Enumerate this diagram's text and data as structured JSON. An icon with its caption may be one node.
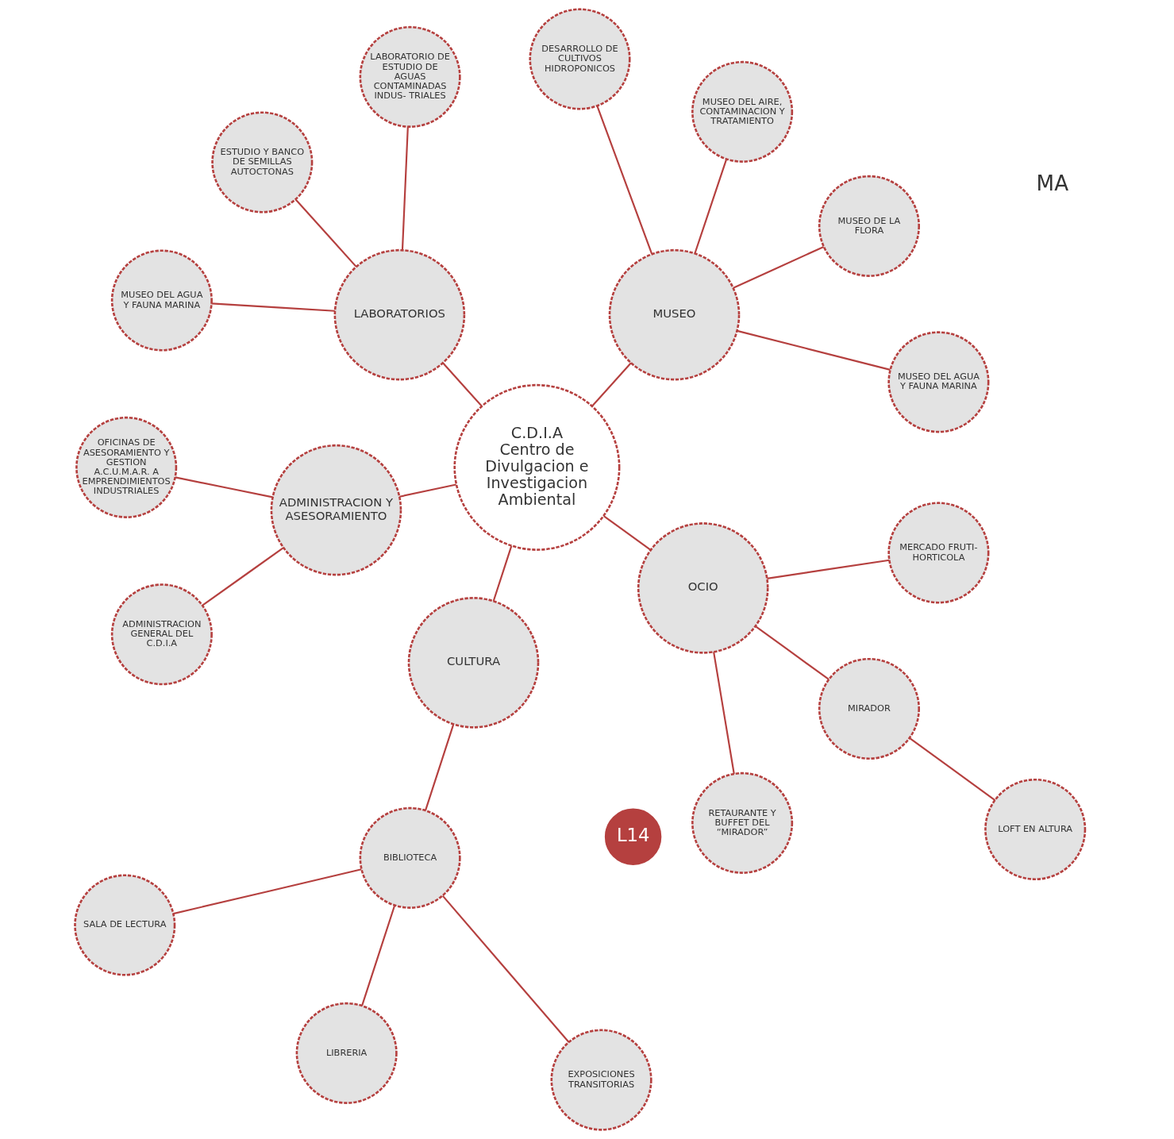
{
  "diagram": {
    "nodes": [
      {
        "text": [
          "C.D.I.A",
          "Centro de Divulgacion e Investigacion Ambiental"
        ]
      },
      {
        "text": [
          "MUSEO"
        ]
      },
      {
        "text": [
          "MUSEO DEL AGUA Y FAUNA MARINA"
        ]
      },
      {
        "text": [
          "MUSEO DE LA FLORA"
        ]
      },
      {
        "text": [
          "MUSEO DEL AIRE, CONTAMINACION Y TRATAMIENTO"
        ]
      },
      {
        "text": [
          "DESARROLLO DE CULTIVOS HIDROPONICOS"
        ]
      },
      {
        "text": [
          "LABORATORIOS"
        ]
      },
      {
        "text": [
          "LABORATORIO DE ESTUDIO DE AGUAS CONTAMINADAS INDUS- TRIALES"
        ]
      },
      {
        "text": [
          "ESTUDIO Y BANCO DE SEMILLAS AUTOCTONAS"
        ]
      },
      {
        "text": [
          "MUSEO DEL AGUA Y FAUNA MARINA"
        ]
      },
      {
        "text": [
          "ADMINISTRACION Y ASESORAMIENTO"
        ]
      },
      {
        "text": [
          "OFICINAS DE ASESORAMIENTO Y GESTION A.C.U.M.A.R. A EMPRENDIMIENTOS INDUSTRIALES"
        ]
      },
      {
        "text": [
          "ADMINISTRACION GENERAL DEL C.D.I.A"
        ]
      },
      {
        "text": [
          "CULTURA"
        ]
      },
      {
        "text": [
          "BIBLIOTECA"
        ]
      },
      {
        "text": [
          "SALA DE LECTURA"
        ]
      },
      {
        "text": [
          "LIBRERIA"
        ]
      },
      {
        "text": [
          "EXPOSICIONES TRANSITORIAS"
        ]
      },
      {
        "text": [
          "OCIO"
        ]
      },
      {
        "text": [
          "RETAURANTE Y BUFFET DEL “MIRADOR”"
        ]
      },
      {
        "text": [
          "MIRADOR"
        ]
      },
      {
        "text": [
          "MERCADO FRUTI- HORTICOLA"
        ]
      },
      {
        "text": [
          "LOFT EN ALTURA"
        ]
      }
    ],
    "edges": [
      {
        "from": 0,
        "to": 1,
        "arrow": "none"
      },
      {
        "from": 1,
        "to": 2,
        "arrow": "none"
      },
      {
        "from": 1,
        "to": 3,
        "arrow": "none"
      },
      {
        "from": 1,
        "to": 4,
        "arrow": "none"
      },
      {
        "from": 1,
        "to": 5,
        "arrow": "none"
      },
      {
        "from": 0,
        "to": 6,
        "arrow": "none"
      },
      {
        "from": 6,
        "to": 7,
        "arrow": "none"
      },
      {
        "from": 6,
        "to": 8,
        "arrow": "none"
      },
      {
        "from": 6,
        "to": 9,
        "arrow": "none"
      },
      {
        "from": 0,
        "to": 10,
        "arrow": "none"
      },
      {
        "from": 10,
        "to": 11,
        "arrow": "none"
      },
      {
        "from": 10,
        "to": 12,
        "arrow": "none"
      },
      {
        "from": 0,
        "to": 13,
        "arrow": "none"
      },
      {
        "from": 13,
        "to": 14,
        "arrow": "none"
      },
      {
        "from": 14,
        "to": 15,
        "arrow": "none"
      },
      {
        "from": 14,
        "to": 16,
        "arrow": "none"
      },
      {
        "from": 14,
        "to": 17,
        "arrow": "none"
      },
      {
        "from": 0,
        "to": 18,
        "arrow": "none"
      },
      {
        "from": 18,
        "to": 19,
        "arrow": "none"
      },
      {
        "from": 18,
        "to": 20,
        "arrow": "none"
      },
      {
        "from": 18,
        "to": 21,
        "arrow": "none"
      },
      {
        "from": 20,
        "to": 22,
        "arrow": "none"
      }
    ],
    "labels": [
      "MA",
      "L14"
    ]
  }
}
